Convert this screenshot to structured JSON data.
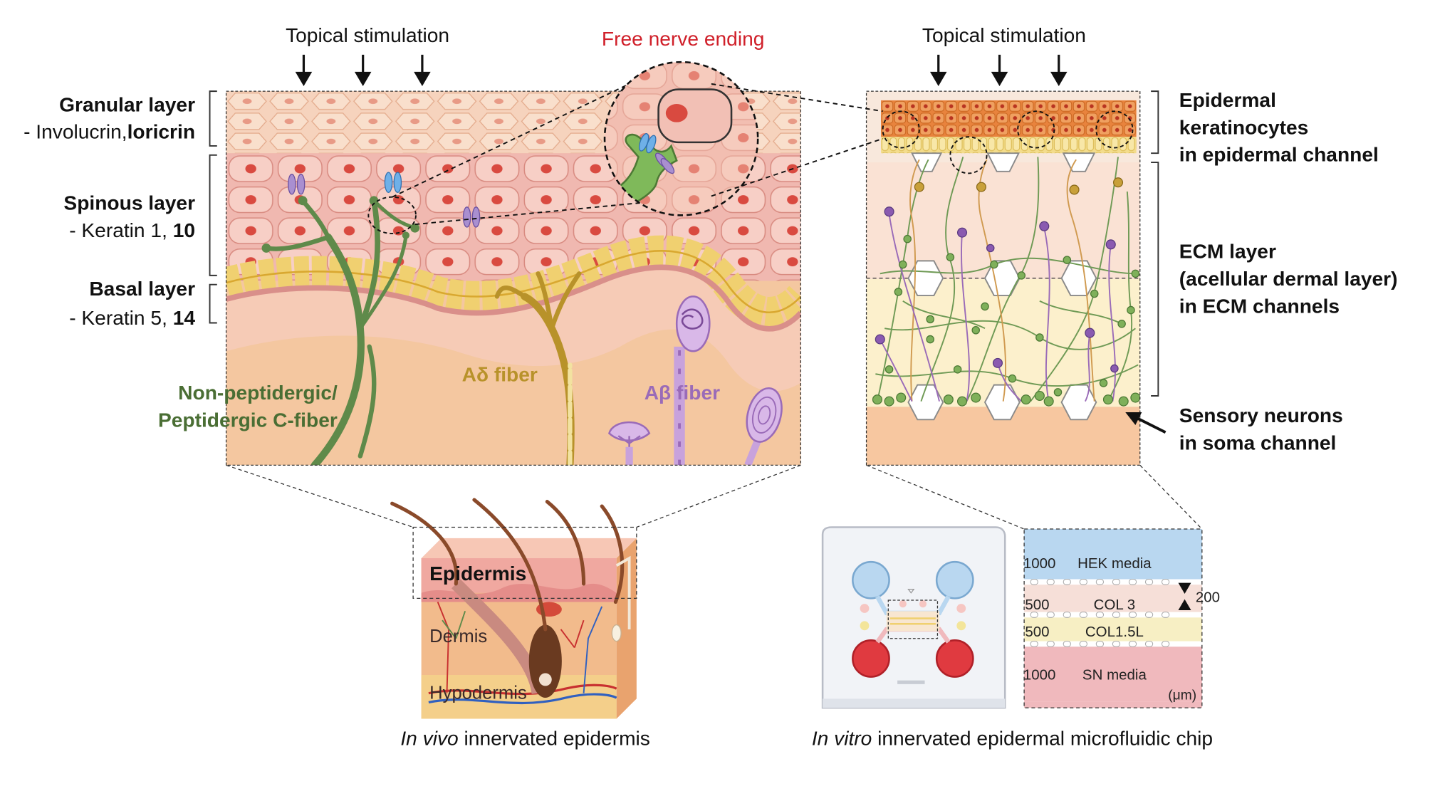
{
  "left": {
    "topical": "Topical stimulation",
    "free_nerve": "Free nerve ending",
    "granular": {
      "title": "Granular layer",
      "sub_prefix": "- Involucrin,",
      "sub_bold": "loricrin"
    },
    "spinous": {
      "title": "Spinous layer",
      "sub_prefix": "- Keratin 1, ",
      "sub_bold": "10"
    },
    "basal": {
      "title": "Basal layer",
      "sub_prefix": "- Keratin 5, ",
      "sub_bold": "14"
    },
    "cfiber_1": "Non-peptidergic/",
    "cfiber_2": "Peptidergic C-fiber",
    "adelta": "Aδ fiber",
    "abeta": "Aβ fiber",
    "skin_epidermis": "Epidermis",
    "skin_dermis": "Dermis",
    "skin_hypodermis": "Hypodermis",
    "caption_italic": "In vivo",
    "caption_rest": " innervated epidermis"
  },
  "right": {
    "topical": "Topical stimulation",
    "epi_1": "Epidermal",
    "epi_2": "keratinocytes",
    "epi_3": "in epidermal channel",
    "ecm_1": "ECM layer",
    "ecm_2": "(acellular dermal layer)",
    "ecm_3": "in ECM channels",
    "sens_1": "Sensory neurons",
    "sens_2": "in soma channel",
    "chip": {
      "hek_num": "1000",
      "hek_label": "HEK media",
      "col3_num": "500",
      "col3_label": "COL 3",
      "col15_num": "500",
      "col15_label": "COL1.5L",
      "sn_num": "1000",
      "sn_label": "SN media",
      "gap": "200",
      "unit": "(μm)"
    },
    "caption_italic": "In vitro",
    "caption_rest": " innervated epidermal microfluidic chip"
  },
  "colors": {
    "nerve_green": "#5f8a4a",
    "adelta_gold": "#b8922a",
    "abeta_purple": "#9a6bb8",
    "red_text": "#d0202a",
    "hek_blue": "#b9d7f0",
    "sn_pink": "#f0b9bd"
  }
}
